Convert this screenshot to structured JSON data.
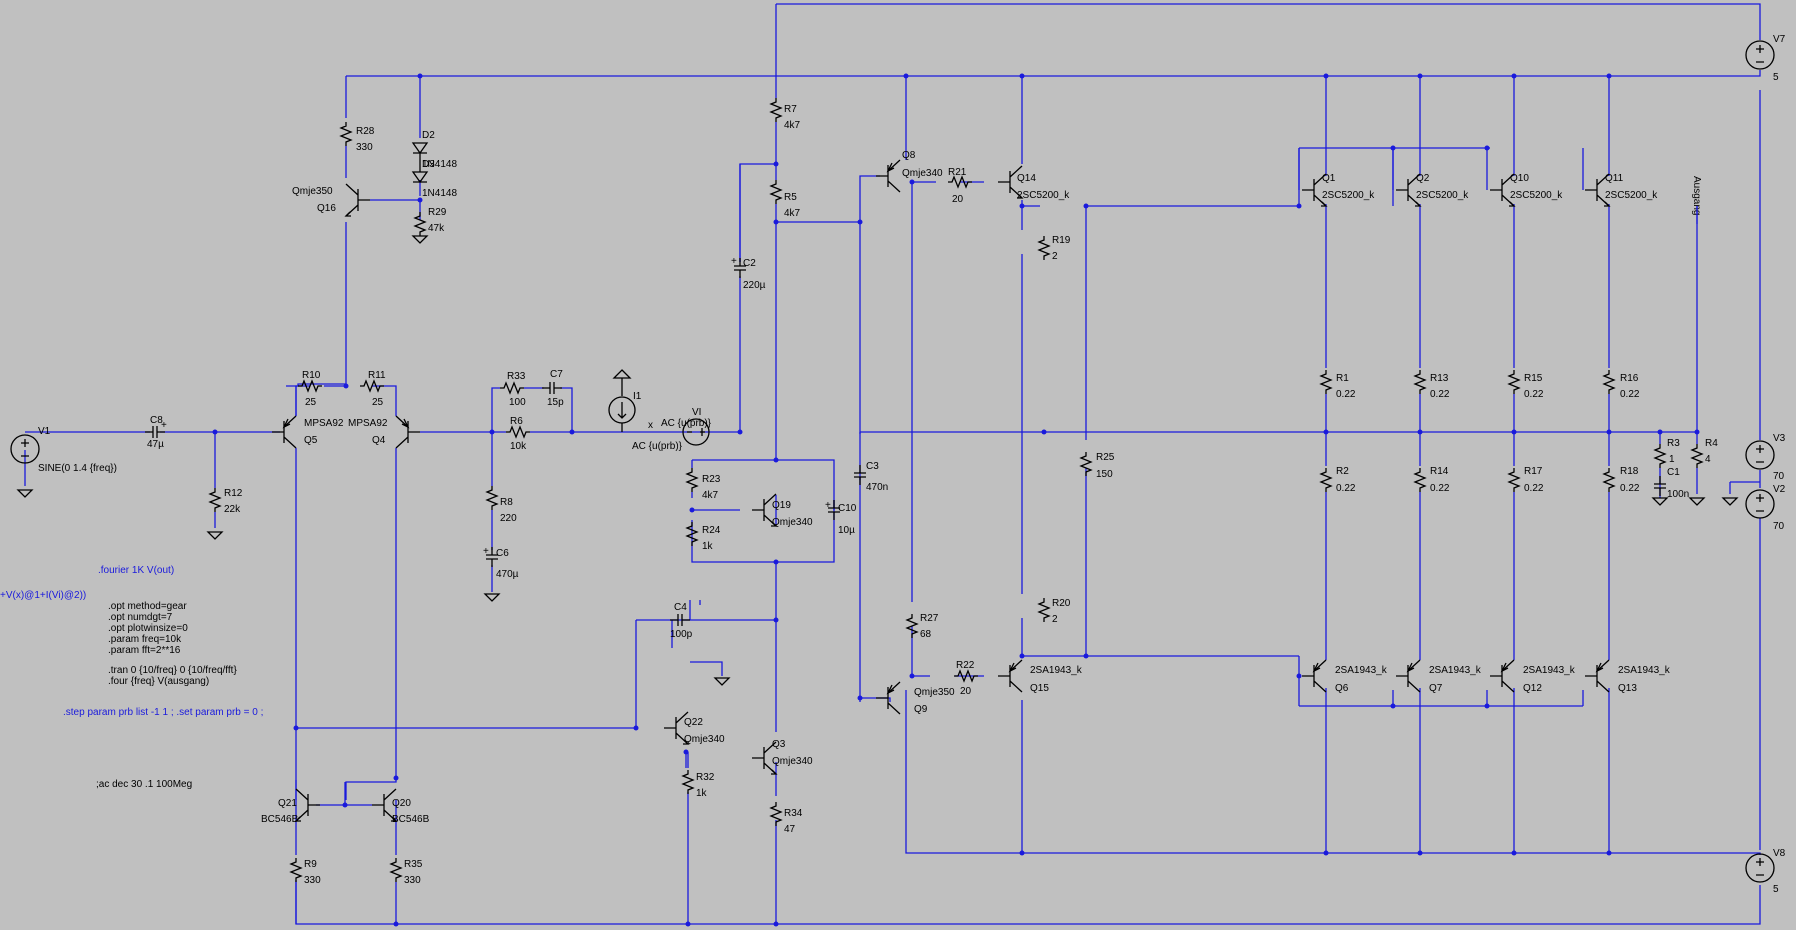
{
  "components": {
    "V1": {
      "name": "V1",
      "value": "SINE(0 1.4 {freq})"
    },
    "V7": {
      "name": "V7",
      "value": "5"
    },
    "V3": {
      "name": "V3",
      "value": "70"
    },
    "V2": {
      "name": "V2",
      "value": "70"
    },
    "V8": {
      "name": "V8",
      "value": "5"
    },
    "I1": {
      "name": "I1"
    },
    "VI": {
      "name": "VI",
      "value": "AC {u(prb)}",
      "value2": "AC {u(prb)}",
      "net": "x"
    },
    "C8": {
      "name": "C8",
      "value": "47µ"
    },
    "C7": {
      "name": "C7",
      "value": "15p"
    },
    "C2": {
      "name": "C2",
      "value": "220µ"
    },
    "C3": {
      "name": "C3",
      "value": "470n"
    },
    "C10": {
      "name": "C10",
      "value": "10µ"
    },
    "C4": {
      "name": "C4",
      "value": "100p"
    },
    "C6": {
      "name": "C6",
      "value": "470µ"
    },
    "C1": {
      "name": "C1",
      "value": "100n"
    },
    "R12": {
      "name": "R12",
      "value": "22k"
    },
    "R10": {
      "name": "R10",
      "value": "25"
    },
    "R11": {
      "name": "R11",
      "value": "25"
    },
    "R28": {
      "name": "R28",
      "value": "330"
    },
    "R29": {
      "name": "R29",
      "value": "47k"
    },
    "R33": {
      "name": "R33",
      "value": "100"
    },
    "R6": {
      "name": "R6",
      "value": "10k"
    },
    "R8": {
      "name": "R8",
      "value": "220"
    },
    "R7": {
      "name": "R7",
      "value": "4k7"
    },
    "R5": {
      "name": "R5",
      "value": "4k7"
    },
    "R23": {
      "name": "R23",
      "value": "4k7"
    },
    "R24": {
      "name": "R24",
      "value": "1k"
    },
    "R21": {
      "name": "R21",
      "value": "20"
    },
    "R22": {
      "name": "R22",
      "value": "20"
    },
    "R27": {
      "name": "R27",
      "value": "68"
    },
    "R19": {
      "name": "R19",
      "value": "2"
    },
    "R20": {
      "name": "R20",
      "value": "2"
    },
    "R25": {
      "name": "R25",
      "value": "150"
    },
    "R32": {
      "name": "R32",
      "value": "1k"
    },
    "R34": {
      "name": "R34",
      "value": "47"
    },
    "R9": {
      "name": "R9",
      "value": "330"
    },
    "R35": {
      "name": "R35",
      "value": "330"
    },
    "R1": {
      "name": "R1",
      "value": "0.22"
    },
    "R2": {
      "name": "R2",
      "value": "0.22"
    },
    "R13": {
      "name": "R13",
      "value": "0.22"
    },
    "R14": {
      "name": "R14",
      "value": "0.22"
    },
    "R15": {
      "name": "R15",
      "value": "0.22"
    },
    "R17": {
      "name": "R17",
      "value": "0.22"
    },
    "R16": {
      "name": "R16",
      "value": "0.22"
    },
    "R18": {
      "name": "R18",
      "value": "0.22"
    },
    "R3": {
      "name": "R3",
      "value": "1"
    },
    "R4": {
      "name": "R4",
      "value": "4"
    },
    "D2": {
      "name": "D2",
      "value": "1N4148",
      "value2": "1N4148",
      "overlay": "D3"
    },
    "Q5": {
      "name": "Q5",
      "model": "MPSA92"
    },
    "Q4": {
      "name": "Q4",
      "model": "MPSA92"
    },
    "Q16": {
      "name": "Q16",
      "model": "Qmje350"
    },
    "Q8": {
      "name": "Q8",
      "model": "Qmje340"
    },
    "Q14": {
      "name": "Q14",
      "model": "2SC5200_k"
    },
    "Q19": {
      "name": "Q19",
      "model": "Qmje340"
    },
    "Q22": {
      "name": "Q22",
      "model": "Qmje340"
    },
    "Q3": {
      "name": "Q3",
      "model": "Qmje340"
    },
    "Q9": {
      "name": "Q9",
      "model": "Qmje350"
    },
    "Q15": {
      "name": "Q15",
      "model": "2SA1943_k"
    },
    "Q21": {
      "name": "Q21",
      "model": "BC546B"
    },
    "Q20": {
      "name": "Q20",
      "model": "BC546B"
    },
    "Q1": {
      "name": "Q1",
      "model": "2SC5200_k"
    },
    "Q2": {
      "name": "Q2",
      "model": "2SC5200_k"
    },
    "Q10": {
      "name": "Q10",
      "model": "2SC5200_k"
    },
    "Q11": {
      "name": "Q11",
      "model": "2SC5200_k"
    },
    "Q6": {
      "name": "Q6",
      "model": "2SA1943_k"
    },
    "Q7": {
      "name": "Q7",
      "model": "2SA1943_k"
    },
    "Q12": {
      "name": "Q12",
      "model": "2SA1943_k"
    },
    "Q13": {
      "name": "Q13",
      "model": "2SA1943_k"
    }
  },
  "net_labels": {
    "out": "Ausgang"
  },
  "directives": {
    "fourier": ".fourier 1K V(out)",
    "meas": "+V(x)@1+I(Vi)@2))",
    "opts": [
      ".opt method=gear",
      ".opt numdgt=7",
      ".opt plotwinsize=0",
      ".param freq=10k",
      ".param fft=2**16"
    ],
    "tran": [
      ".tran 0 {10/freq} 0 {10/freq/fft}",
      ".four {freq} V(ausgang)"
    ],
    "step": ".step param prb list -1 1 ; .set param prb = 0  ;",
    "ac": ";ac dec 30 .1 100Meg"
  }
}
